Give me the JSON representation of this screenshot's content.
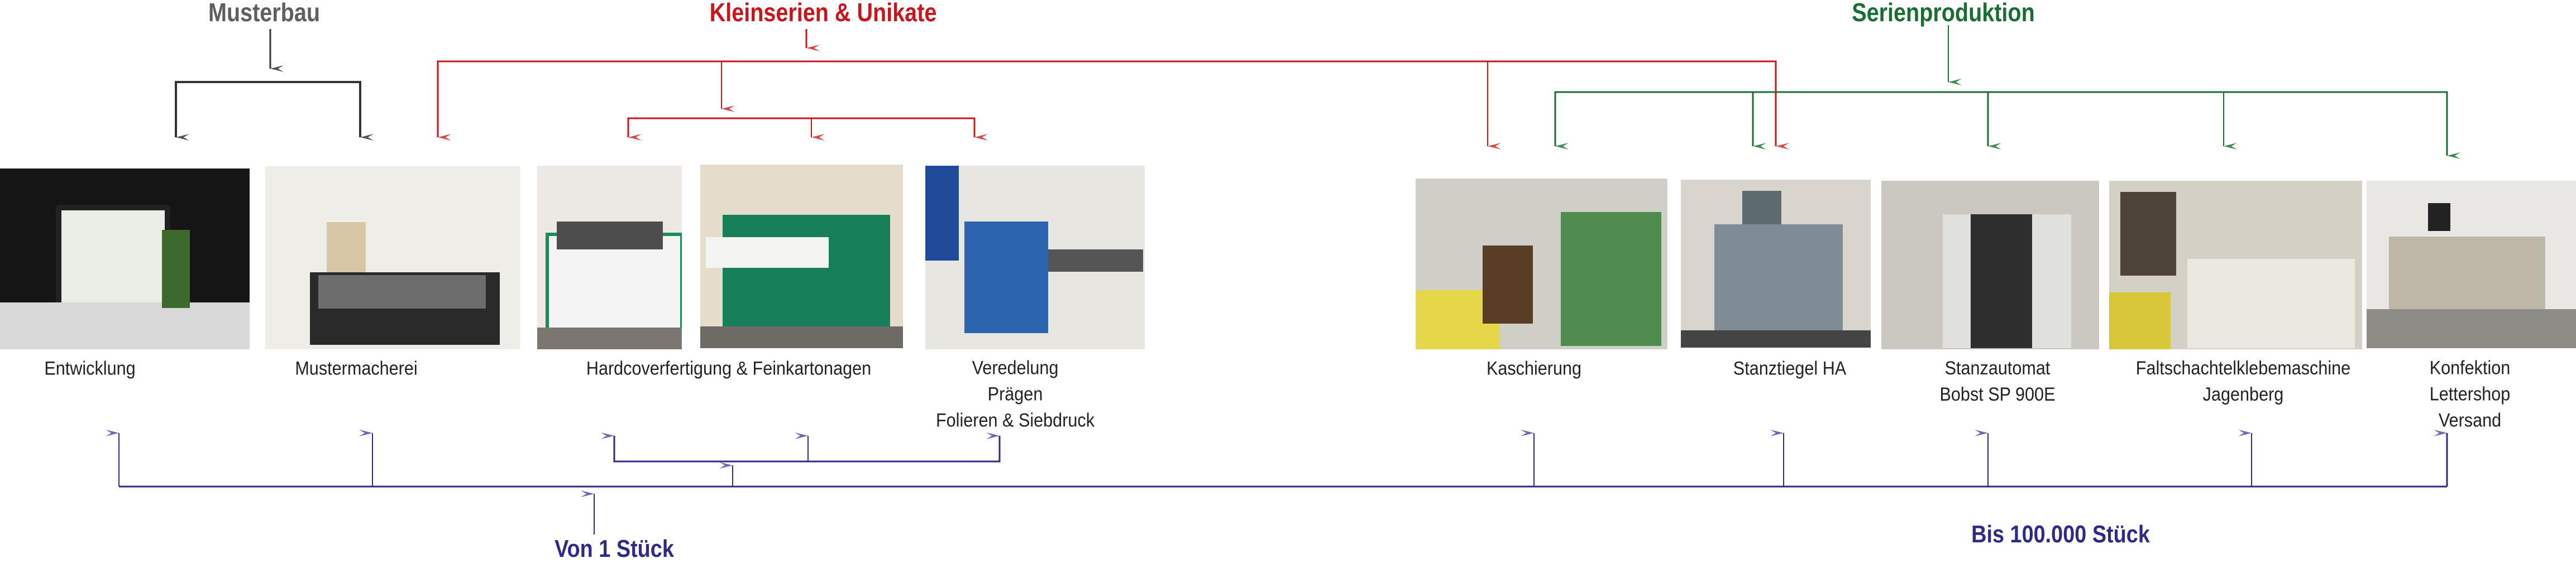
{
  "categories": {
    "musterbau": "Musterbau",
    "kleinserien": "Kleinserien & Unikate",
    "serien": "Serienproduktion"
  },
  "quantities": {
    "from": "Von 1 Stück",
    "to": "Bis 100.000 Stück"
  },
  "stations": [
    {
      "lines": [
        "Entwicklung"
      ]
    },
    {
      "lines": [
        "Mustermacherei"
      ]
    },
    {
      "lines": [
        "Hardcoverfertigung & Feinkartonagen"
      ]
    },
    {
      "lines": [
        "Veredelung",
        "Prägen",
        "Folieren & Siebdruck"
      ]
    },
    {
      "lines": [
        "Kaschierung"
      ]
    },
    {
      "lines": [
        "Stanztiegel HA"
      ]
    },
    {
      "lines": [
        "Stanzautomat",
        "Bobst SP 900E"
      ]
    },
    {
      "lines": [
        "Faltschachtelklebemaschine",
        "Jagenberg"
      ]
    },
    {
      "lines": [
        "Konfektion",
        "Lettershop",
        "Versand"
      ]
    }
  ],
  "colors": {
    "musterbau": "#5f5f5f",
    "kleinserien": "#c8161d",
    "serien": "#1b6e33",
    "quantity": "#2e2a87"
  }
}
